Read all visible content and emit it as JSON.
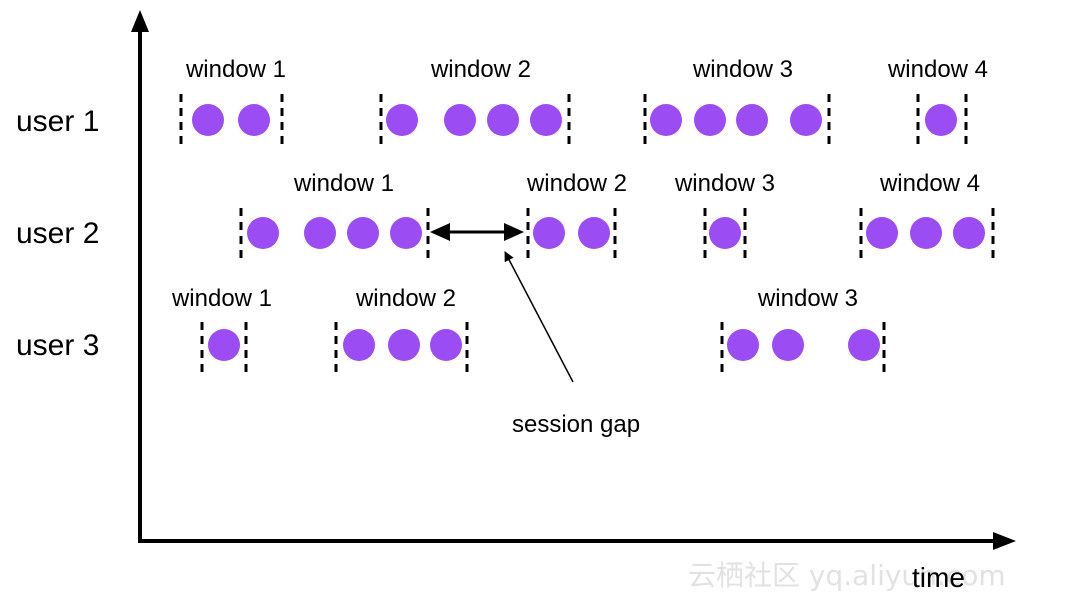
{
  "colors": {
    "event": "#9b4cf2",
    "ink": "#000000",
    "watermark": "#e2e2e2"
  },
  "axis": {
    "x_label": "time"
  },
  "rows": [
    {
      "label": "user 1",
      "windows": [
        {
          "label": "window 1",
          "events": 2
        },
        {
          "label": "window 2",
          "events": 4
        },
        {
          "label": "window 3",
          "events": 4
        },
        {
          "label": "window 4",
          "events": 1
        }
      ]
    },
    {
      "label": "user 2",
      "windows": [
        {
          "label": "window 1",
          "events": 4
        },
        {
          "label": "window 2",
          "events": 2
        },
        {
          "label": "window 3",
          "events": 1
        },
        {
          "label": "window 4",
          "events": 3
        }
      ]
    },
    {
      "label": "user 3",
      "windows": [
        {
          "label": "window 1",
          "events": 1
        },
        {
          "label": "window 2",
          "events": 3
        },
        {
          "label": "window 3",
          "events": 3
        }
      ]
    }
  ],
  "annotation": {
    "text": "session gap"
  },
  "watermark": {
    "text": "云栖社区 yq.aliyun.com"
  }
}
